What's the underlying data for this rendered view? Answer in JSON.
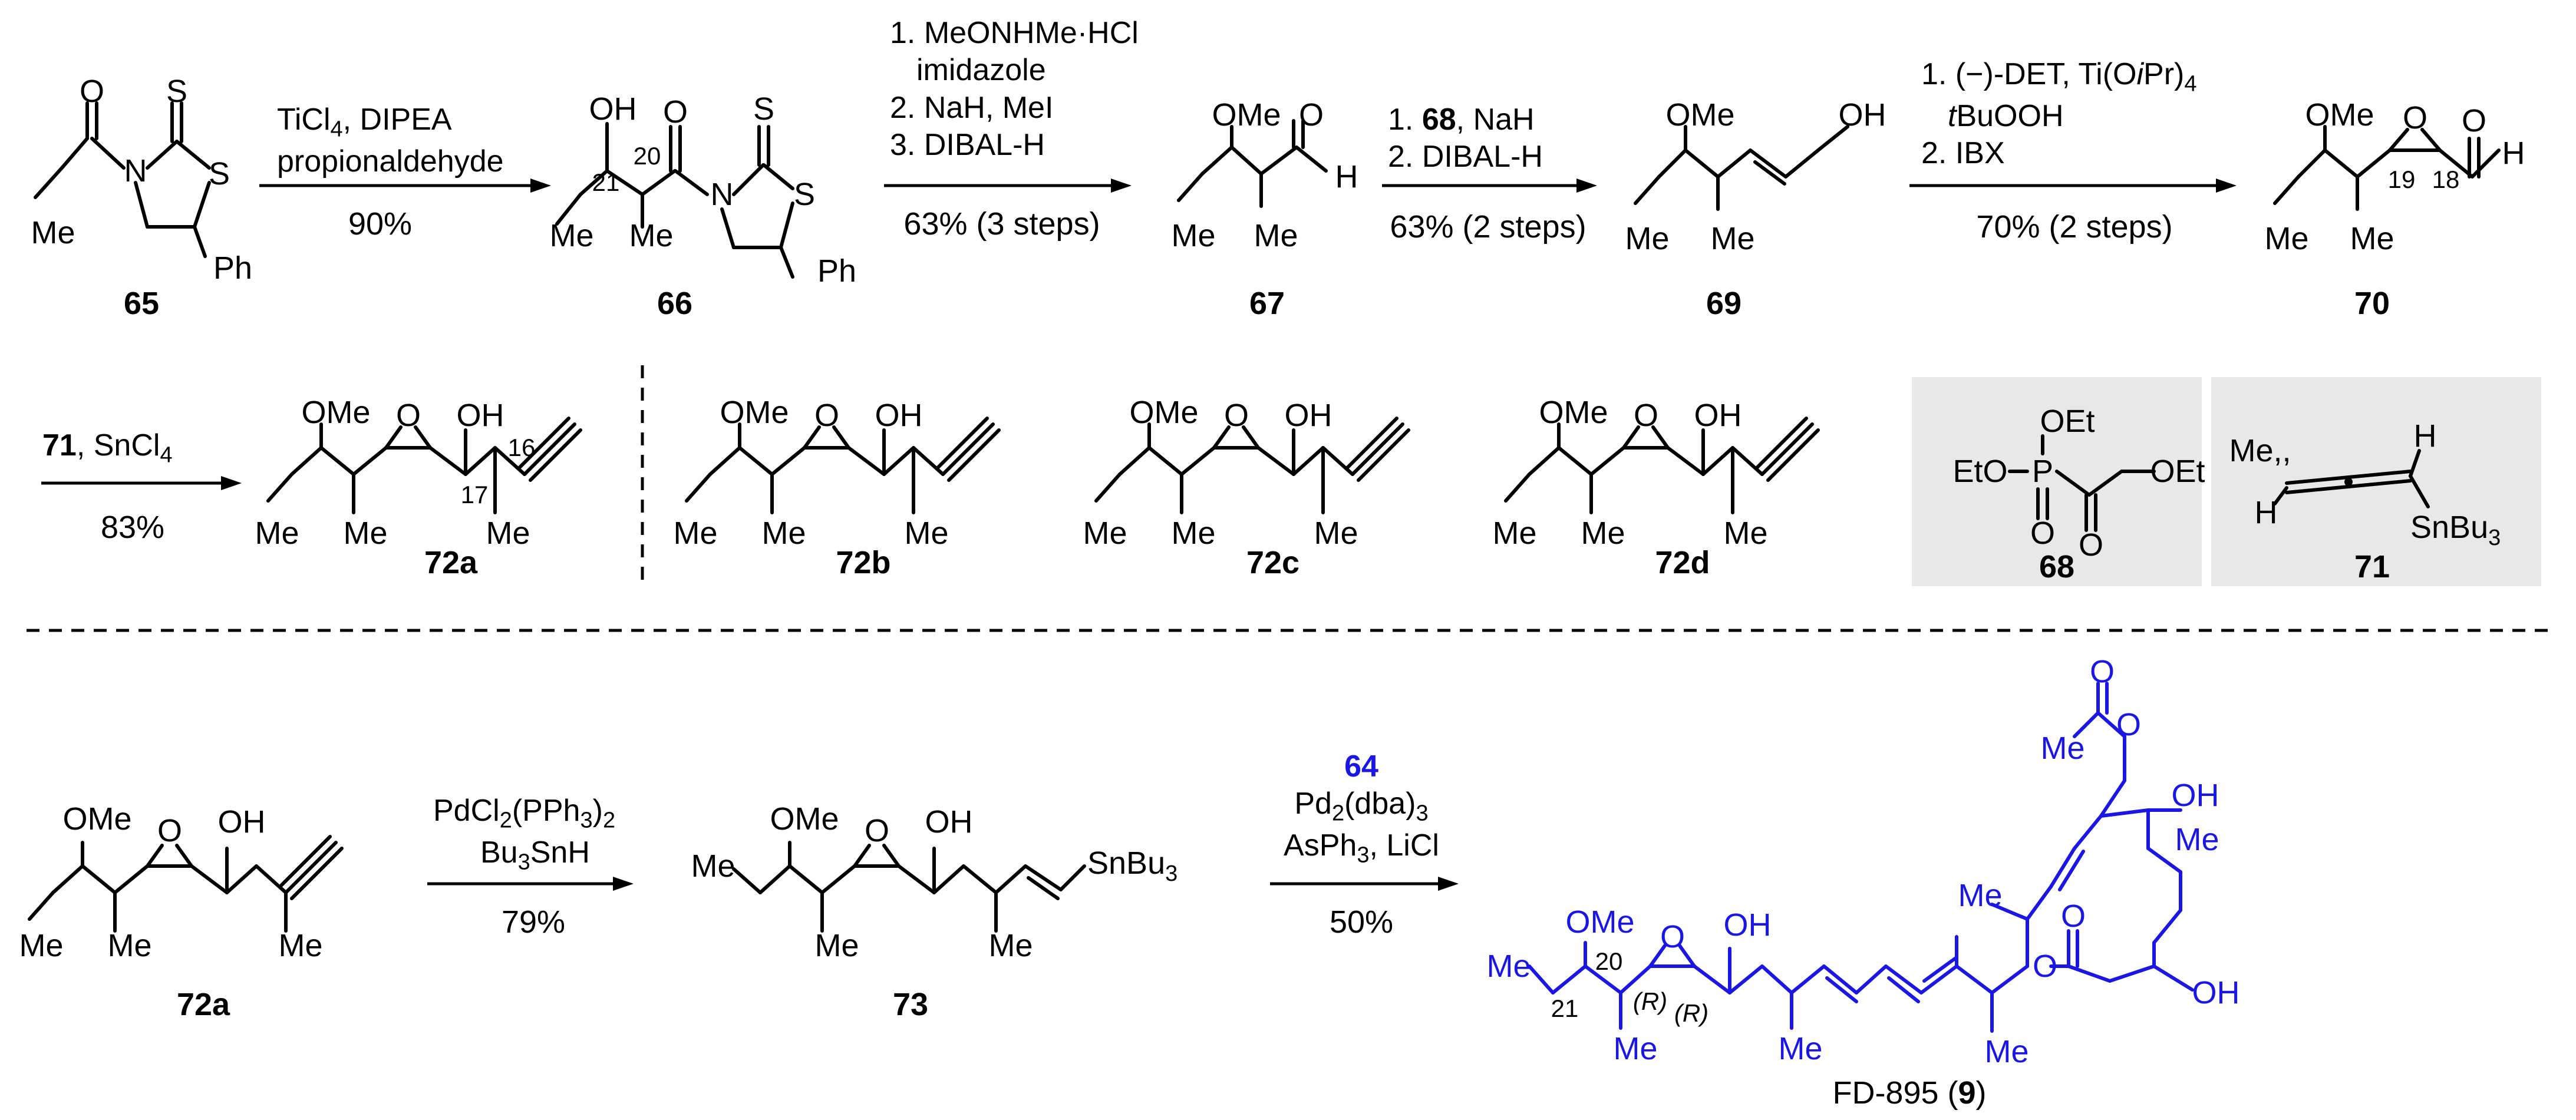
{
  "compounds": {
    "c65": "65",
    "c66": "66",
    "c67": "67",
    "c69": "69",
    "c70": "70",
    "c72a": "72a",
    "c72b": "72b",
    "c72c": "72c",
    "c72d": "72d",
    "c68": "68",
    "c71": "71",
    "c72a_bottom": "72a",
    "c73": "73"
  },
  "fd895": {
    "name": "FD-895 (",
    "num": "9",
    "close": ")"
  },
  "atoms": {
    "O": "O",
    "S": "S",
    "N": "N",
    "OH": "OH",
    "OMe": "OMe",
    "Me": "Me",
    "Ph": "Ph",
    "H": "H",
    "Et": "Et",
    "OEt": "OEt",
    "EtO": "EtO",
    "P": "P",
    "SnBu3_base": "SnBu",
    "sub3": "3",
    "MeComma": "Me,,",
    "R": "(R)"
  },
  "numbering": {
    "n21": "21",
    "n20": "20",
    "n19": "19",
    "n18": "18",
    "n17": "17",
    "n16": "16"
  },
  "steps": {
    "s1": {
      "line1": "TiCl",
      "line1sub": "4",
      "line1b": ", DIPEA",
      "line2": "propionaldehyde",
      "yield": "90%"
    },
    "s2": {
      "line1": "1. MeONHMe·HCl",
      "line2": "imidazole",
      "line3": "2. NaH, MeI",
      "line4": "3. DIBAL-H",
      "yield": "63% (3 steps)"
    },
    "s3": {
      "line1a": "1. ",
      "line1b": "68",
      "line1c": ", NaH",
      "line2": "2. DIBAL-H",
      "yield": "63% (2 steps)"
    },
    "s4": {
      "line1": "1. (−)-DET, Ti(O",
      "line1i": "i",
      "line1b": "Pr)",
      "line1sub": "4",
      "line2i": "t",
      "line2": "BuOOH",
      "line3": "2. IBX",
      "yield": "70% (2 steps)"
    },
    "s5": {
      "line1a": "71",
      "line1b": ", SnCl",
      "line1sub": "4",
      "yield": "83%"
    },
    "s6": {
      "line1": "PdCl",
      "sub1": "2",
      "line1b": "(PPh",
      "sub2": "3",
      "line1c": ")",
      "sub3": "2",
      "line2": "Bu",
      "sub4": "3",
      "line2b": "SnH",
      "yield": "79%"
    },
    "s7": {
      "line1": "64",
      "line2": "Pd",
      "sub1": "2",
      "line2b": "(dba)",
      "sub2": "3",
      "line3": "AsPh",
      "sub3": "3",
      "line3b": ", LiCl",
      "yield": "50%"
    }
  },
  "colors": {
    "black": "#000000",
    "blue": "#1a16e6",
    "grey_box": "#e8e8e8"
  }
}
